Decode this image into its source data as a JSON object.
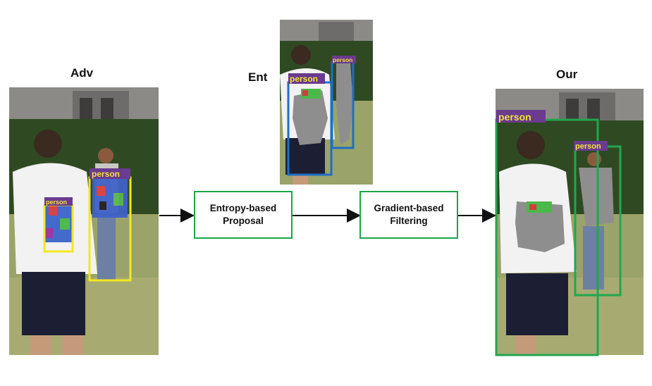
{
  "panels": {
    "adv": {
      "title": "Adv",
      "detections": [
        {
          "label": "person"
        },
        {
          "label": "person"
        }
      ]
    },
    "ent": {
      "title": "Ent",
      "detections": [
        {
          "label": "person"
        },
        {
          "label": "person"
        }
      ]
    },
    "our": {
      "title": "Our",
      "detections": [
        {
          "label": "person"
        },
        {
          "label": "person"
        }
      ]
    }
  },
  "stages": [
    {
      "line1": "Entropy-based",
      "line2": "Proposal"
    },
    {
      "line1": "Gradient-based",
      "line2": "Filtering"
    }
  ],
  "colors": {
    "stage_border": "#1aa54a",
    "adv_box": "#f2e81e",
    "ent_box": "#1e6fc4",
    "our_box": "#22a64f",
    "label_bg": "#6a3b8f",
    "label_text": "#f3e23a",
    "mask": "#8e8e8e"
  }
}
